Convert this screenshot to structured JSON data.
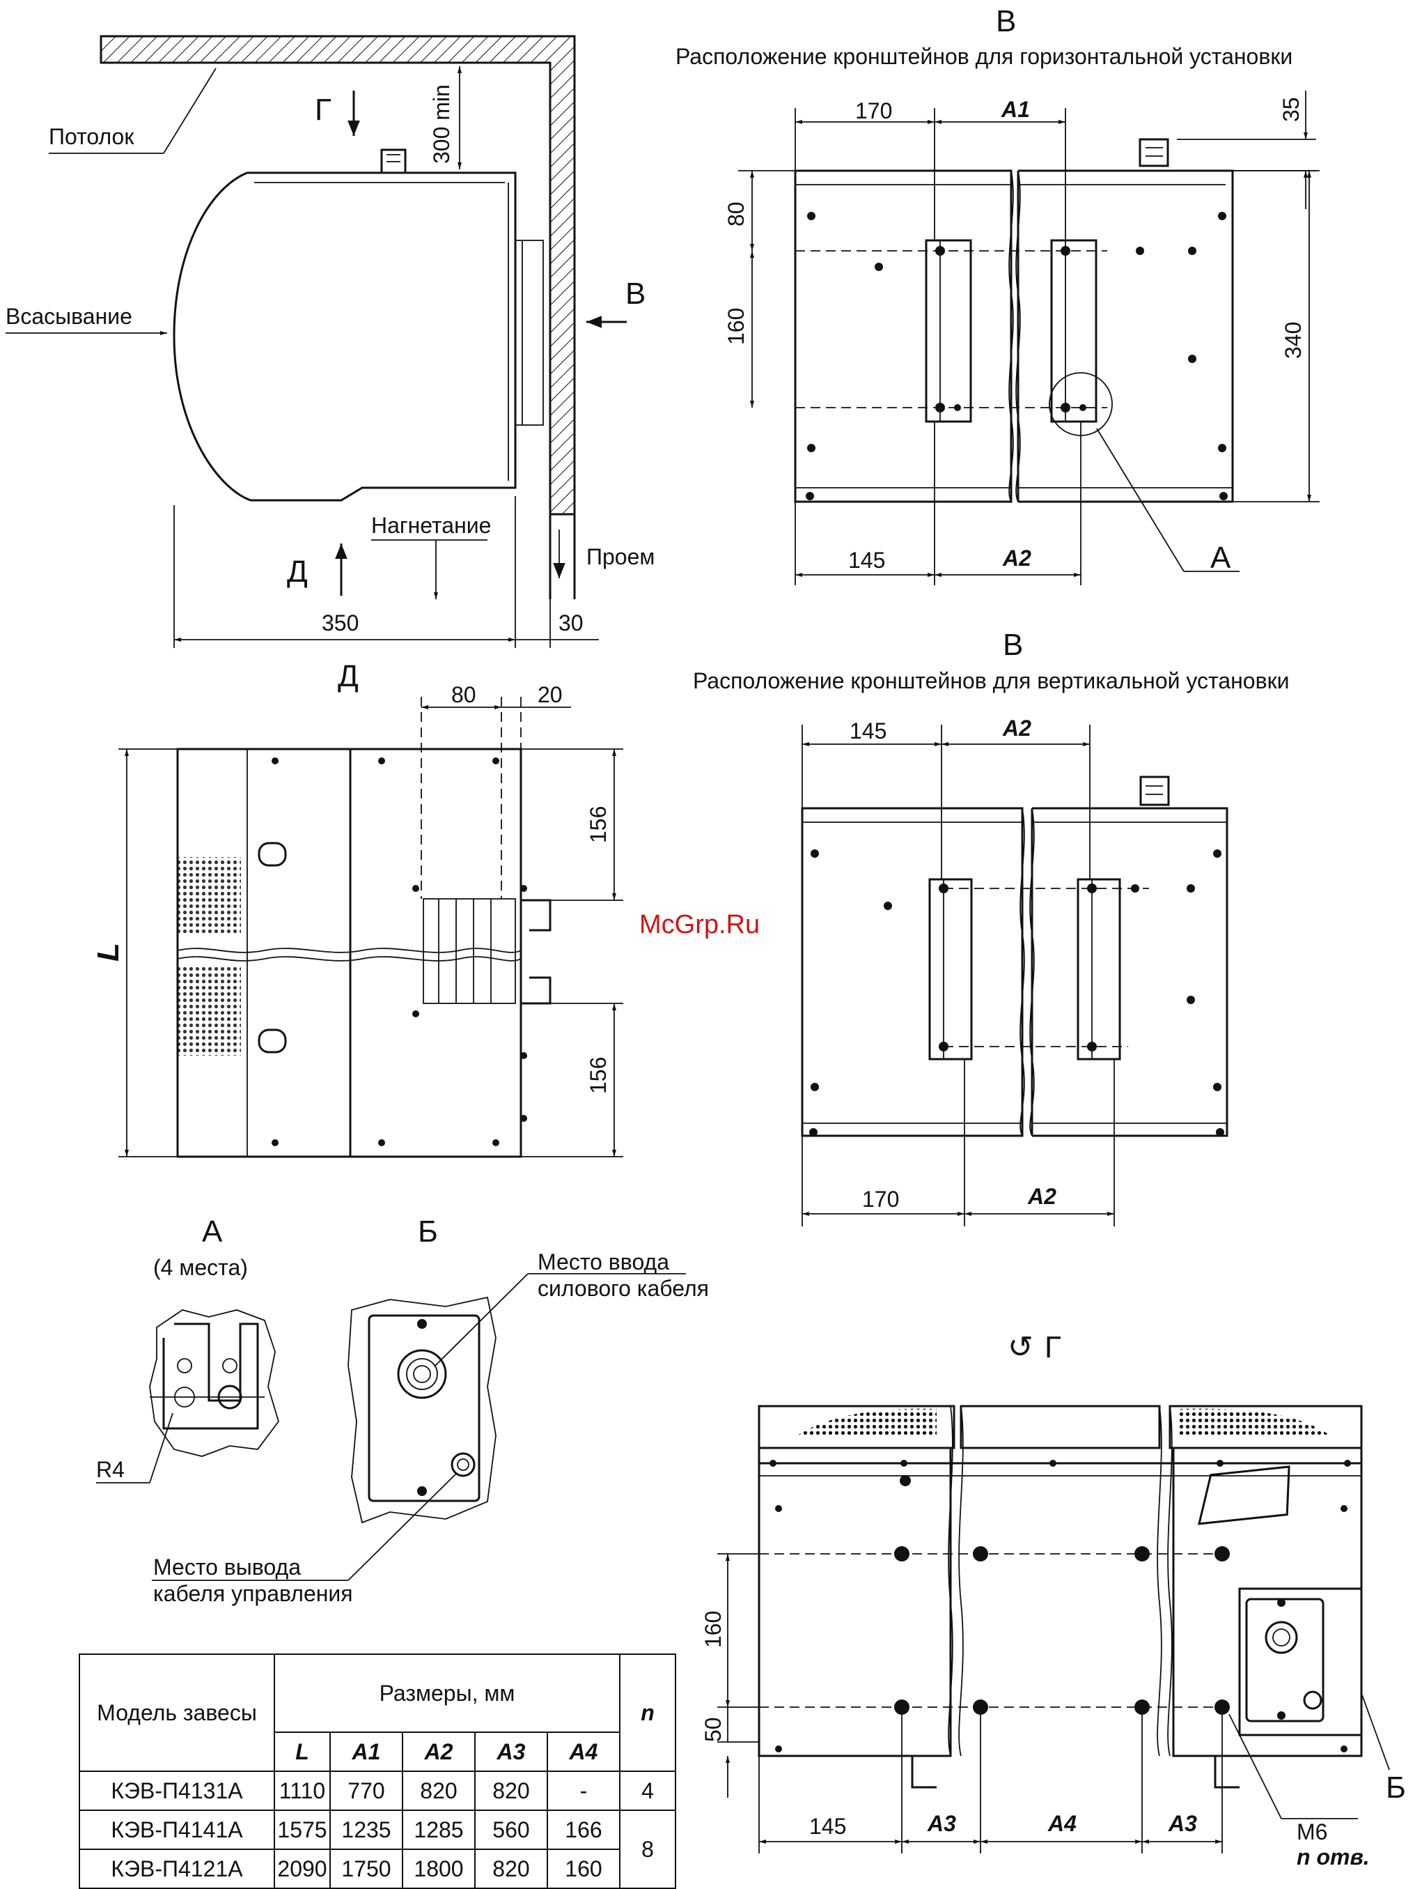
{
  "labels": {
    "ceiling": "Потолок",
    "intake": "Всасывание",
    "discharge": "Нагнетание",
    "opening": "Проем",
    "power_cable": [
      "Место ввода",
      "силового кабеля"
    ],
    "control_cable": [
      "Место вывода",
      "кабеля управления"
    ],
    "m6": "М6",
    "n_holes": "n отв.",
    "r4": "R4",
    "watermark": "McGrp.Ru"
  },
  "views": {
    "side": {
      "arrow_g": "Г",
      "arrow_d": "Д",
      "arrow_v": "В",
      "dim_300": "300 min",
      "dim_350": "350",
      "dim_30": "30"
    },
    "view_d": {
      "title": "Д",
      "dim_80": "80",
      "dim_20": "20",
      "dim_156_top": "156",
      "dim_156_bottom": "156",
      "dim_l": "L"
    },
    "view_v_horizontal": {
      "letter": "В",
      "caption": "Расположение кронштейнов для горизонтальной установки",
      "dim_170": "170",
      "dim_a1": "A1",
      "dim_35": "35",
      "dim_80": "80",
      "dim_160": "160",
      "dim_340": "340",
      "dim_145": "145",
      "dim_a2": "A2",
      "callout_a": "A"
    },
    "view_v_vertical": {
      "letter": "В",
      "caption": "Расположение кронштейнов для вертикальной установки",
      "dim_145": "145",
      "dim_a2_top": "A2",
      "dim_170": "170",
      "dim_a2_bottom": "A2"
    },
    "detail_a": {
      "title": "А",
      "subtitle": "(4 места)"
    },
    "detail_b": {
      "title": "Б"
    },
    "view_g": {
      "title": "Г",
      "dim_160": "160",
      "dim_50": "50",
      "dim_145": "145",
      "dim_a3_left": "A3",
      "dim_a4": "A4",
      "dim_a3_right": "A3",
      "callout_b": "Б"
    }
  },
  "table": {
    "header_model": "Модель завесы",
    "header_sizes": "Размеры, мм",
    "header_n": "n",
    "columns": [
      "L",
      "A1",
      "A2",
      "A3",
      "A4"
    ],
    "rows": [
      {
        "model": "КЭВ-П4131А",
        "L": "1110",
        "A1": "770",
        "A2": "820",
        "A3": "820",
        "A4": "-",
        "n": "4"
      },
      {
        "model": "КЭВ-П4141А",
        "L": "1575",
        "A1": "1235",
        "A2": "1285",
        "A3": "560",
        "A4": "166",
        "n": "8"
      },
      {
        "model": "КЭВ-П4121А",
        "L": "2090",
        "A1": "1750",
        "A2": "1800",
        "A3": "820",
        "A4": "160",
        "n": ""
      }
    ]
  }
}
